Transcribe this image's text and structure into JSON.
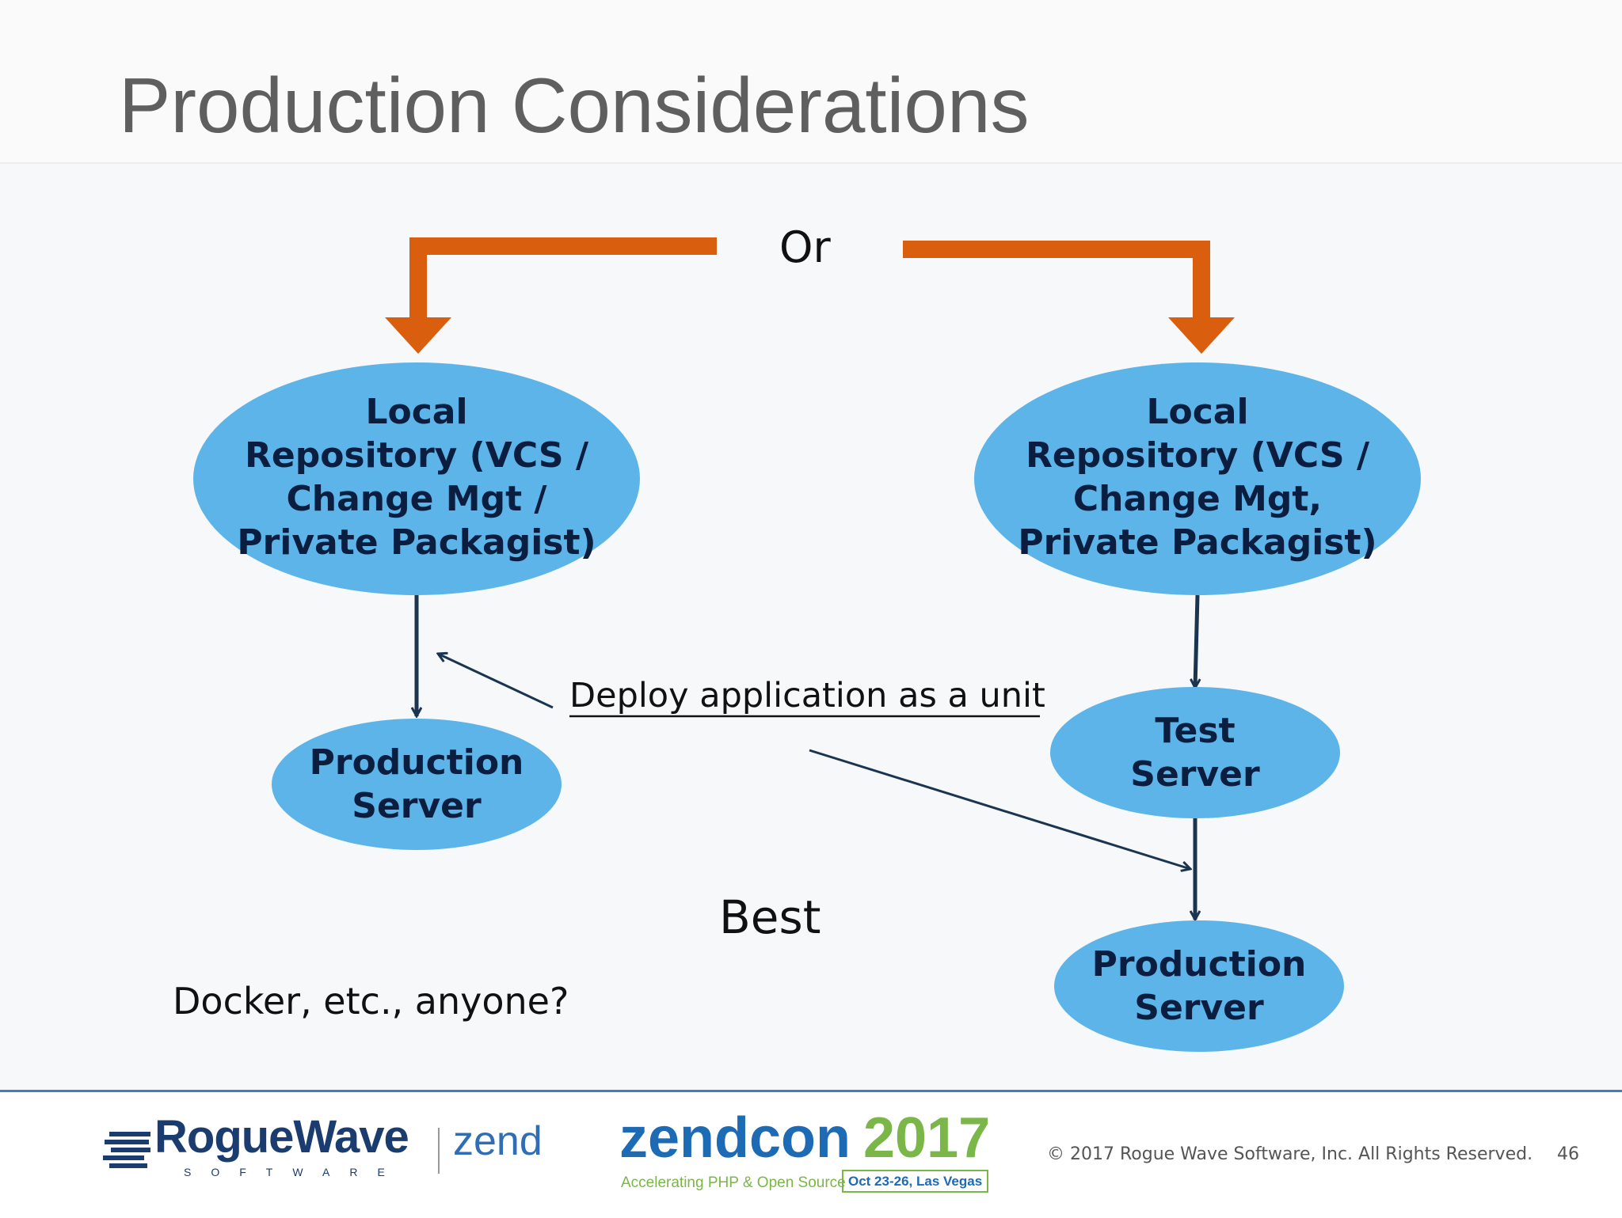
{
  "slide": {
    "title": "Production Considerations"
  },
  "diagram": {
    "or_label": "Or",
    "best_label": "Best",
    "deploy_label": "Deploy application as a unit",
    "docker_label": "Docker, etc., anyone?",
    "left_branch": {
      "repo": "Local\nRepository (VCS /\nChange Mgt /\nPrivate Packagist)",
      "production": "Production\nServer"
    },
    "right_branch": {
      "repo": "Local\nRepository (VCS /\nChange Mgt,\nPrivate Packagist)",
      "test": "Test\nServer",
      "production": "Production\nServer"
    },
    "colors": {
      "node_fill": "#5cb4e8",
      "node_text": "#0b1e3f",
      "branch_arrow": "#d95f0e",
      "connector": "#1b3550"
    }
  },
  "footer": {
    "roguewave": "RogueWave",
    "roguewave_sub": "SOFTWARE",
    "zend": "zend",
    "zendcon_zend": "zendcon",
    "zendcon_year": "2017",
    "zendcon_tagline": "Accelerating PHP & Open Source",
    "zendcon_dates": "Oct 23-26, Las Vegas",
    "copyright": "© 2017 Rogue Wave Software, Inc. All Rights Reserved.",
    "page_number": "46"
  }
}
